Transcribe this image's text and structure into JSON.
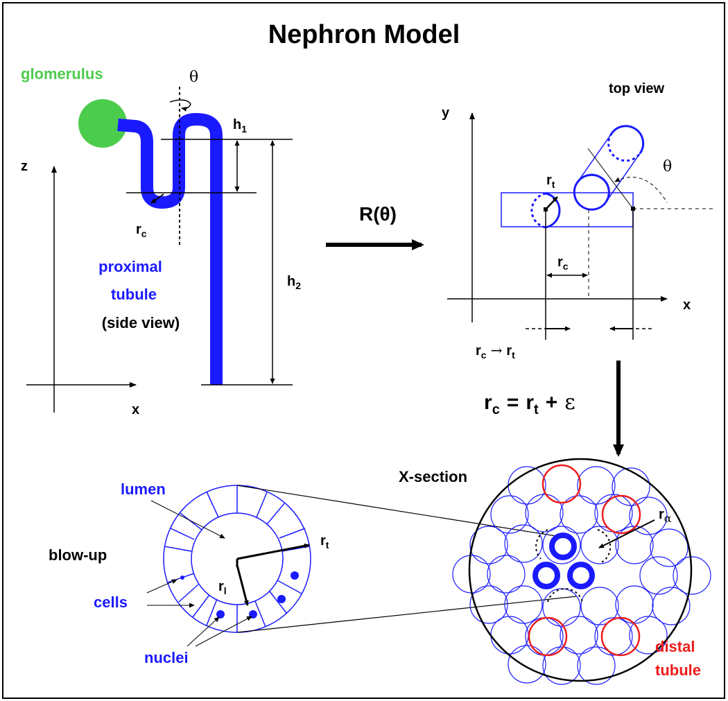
{
  "title": "Nephron Model",
  "side_view": {
    "glomerulus": "glomerulus",
    "theta": "θ",
    "h1": "h",
    "h1_sub": "1",
    "h2": "h",
    "h2_sub": "2",
    "rc": "r",
    "rc_sub": "c",
    "z_axis": "z",
    "x_axis": "x",
    "label_line1": "proximal",
    "label_line2": "tubule",
    "label_line3": "(side view)"
  },
  "transform": {
    "label": "R(θ)"
  },
  "top_view": {
    "title": "top view",
    "y_axis": "y",
    "x_axis": "x",
    "theta": "θ",
    "rt": "r",
    "rt_sub": "t",
    "rc": "r",
    "rc_sub": "c",
    "bottom_rc": "r",
    "bottom_rc_sub": "c",
    "arrow_symbol": "→",
    "bottom_rt": "r",
    "bottom_rt_sub": "t"
  },
  "equation": {
    "lhs": "r",
    "lhs_sub": "c",
    "equals": "=",
    "rt": "r",
    "rt_sub": "t",
    "plus": "+",
    "epsilon": "ε"
  },
  "blowup": {
    "lumen": "lumen",
    "blowup": "blow-up",
    "cells": "cells",
    "nuclei": "nuclei",
    "rt": "r",
    "rt_sub": "t",
    "rl": "r",
    "rl_sub": "l"
  },
  "xsection": {
    "title": "X-section",
    "ra": "r",
    "ra_sub": "α",
    "distal_line1": "distal",
    "distal_line2": "tubule"
  },
  "colors": {
    "tubule_blue": "#1a1aff",
    "glomerulus_green": "#4ccc4c",
    "distal_red": "#ee1c1c"
  }
}
